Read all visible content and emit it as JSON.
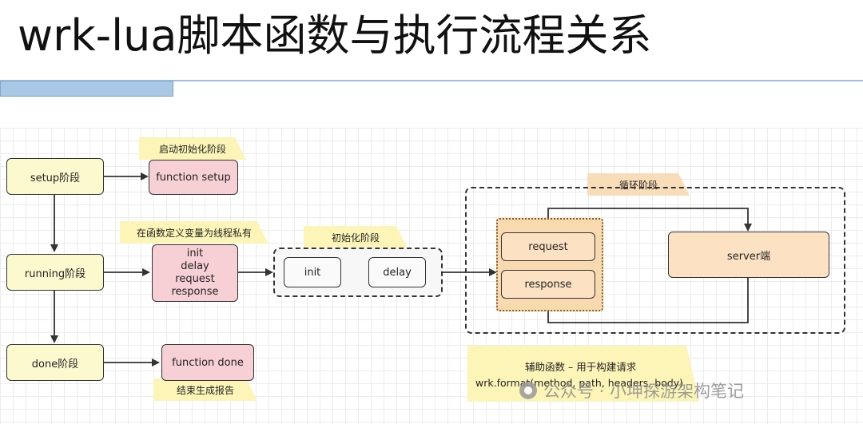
{
  "title": "wrk-lua脚本函数与执行流程关系",
  "stages": {
    "setup": "setup阶段",
    "running": "running阶段",
    "done": "done阶段"
  },
  "functions": {
    "setup": "function setup",
    "running": [
      "init",
      "delay",
      "request",
      "response"
    ],
    "done": "function done"
  },
  "notes": {
    "startup_init": "启动初始化阶段",
    "thread_private": "在函数定义变量为线程私有",
    "init_phase": "初始化阶段",
    "loop_phase": "循环阶段",
    "end_report": "结束生成报告"
  },
  "init_group": {
    "init": "init",
    "delay": "delay"
  },
  "loop": {
    "request": "request",
    "response": "response",
    "server": "server端"
  },
  "helper": {
    "line1": "辅助函数 – 用于构建请求",
    "line2": "wrk.format(method, path, headers, body)"
  },
  "watermark": "公众号 · 小坤探游架构笔记"
}
